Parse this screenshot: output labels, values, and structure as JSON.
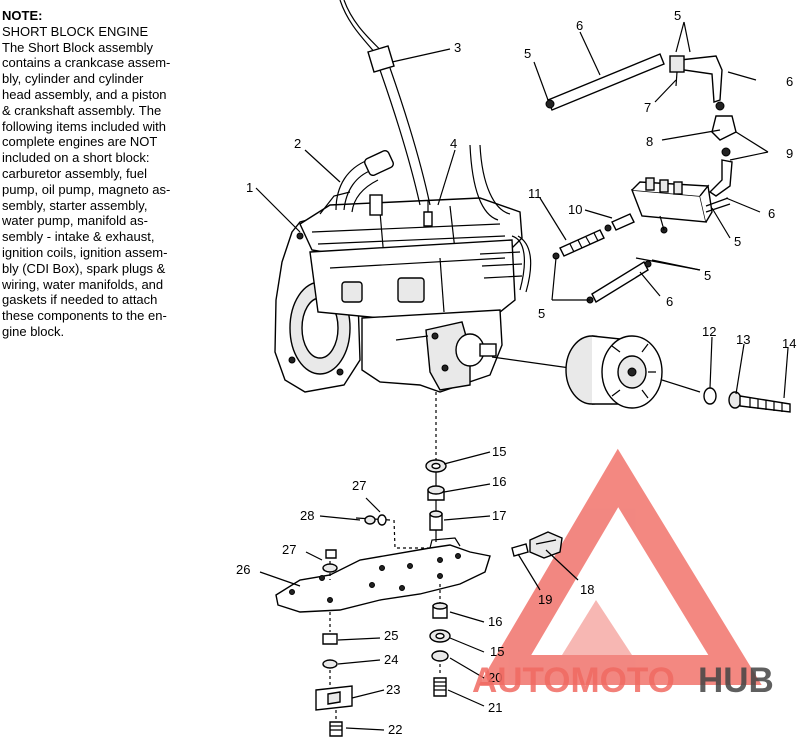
{
  "note": {
    "title": "NOTE:",
    "lines": [
      "SHORT BLOCK ENGINE",
      "The Short Block assembly",
      "contains a crankcase assem-",
      "bly, cylinder and cylinder",
      "head assembly, and a piston",
      "& crankshaft assembly.  The",
      "following items included with",
      "complete engines are NOT",
      "included on a short block:",
      "carburetor assembly, fuel",
      "pump, oil pump, magneto as-",
      "sembly, starter assembly,",
      "water pump, manifold as-",
      "sembly - intake & exhaust,",
      "ignition coils, ignition assem-",
      "bly (CDI Box), spark plugs &",
      "wiring, water manifolds, and",
      "gaskets if needed to attach",
      "these components to the en-",
      "gine block."
    ]
  },
  "callouts": [
    {
      "id": "c1",
      "text": "1"
    },
    {
      "id": "c2",
      "text": "2"
    },
    {
      "id": "c3",
      "text": "3"
    },
    {
      "id": "c4",
      "text": "4"
    },
    {
      "id": "c5a",
      "text": "5"
    },
    {
      "id": "c5b",
      "text": "5"
    },
    {
      "id": "c5c",
      "text": "5"
    },
    {
      "id": "c5d",
      "text": "5"
    },
    {
      "id": "c5e",
      "text": "5"
    },
    {
      "id": "c6a",
      "text": "6"
    },
    {
      "id": "c6b",
      "text": "6"
    },
    {
      "id": "c6c",
      "text": "6"
    },
    {
      "id": "c6d",
      "text": "6"
    },
    {
      "id": "c7",
      "text": "7"
    },
    {
      "id": "c8",
      "text": "8"
    },
    {
      "id": "c9",
      "text": "9"
    },
    {
      "id": "c10",
      "text": "10"
    },
    {
      "id": "c11",
      "text": "11"
    },
    {
      "id": "c12",
      "text": "12"
    },
    {
      "id": "c13",
      "text": "13"
    },
    {
      "id": "c14",
      "text": "14"
    },
    {
      "id": "c15a",
      "text": "15"
    },
    {
      "id": "c15b",
      "text": "15"
    },
    {
      "id": "c16a",
      "text": "16"
    },
    {
      "id": "c16b",
      "text": "16"
    },
    {
      "id": "c17",
      "text": "17"
    },
    {
      "id": "c18",
      "text": "18"
    },
    {
      "id": "c19",
      "text": "19"
    },
    {
      "id": "c20",
      "text": "20"
    },
    {
      "id": "c21",
      "text": "21"
    },
    {
      "id": "c22",
      "text": "22"
    },
    {
      "id": "c23",
      "text": "23"
    },
    {
      "id": "c24",
      "text": "24"
    },
    {
      "id": "c25",
      "text": "25"
    },
    {
      "id": "c26",
      "text": "26"
    },
    {
      "id": "c27a",
      "text": "27"
    },
    {
      "id": "c27b",
      "text": "27"
    },
    {
      "id": "c28",
      "text": "28"
    }
  ],
  "watermark": {
    "part1": "AUTOMOTO",
    "part2": "HUB",
    "color_primary": "#f06a62",
    "color_secondary": "#444444"
  }
}
